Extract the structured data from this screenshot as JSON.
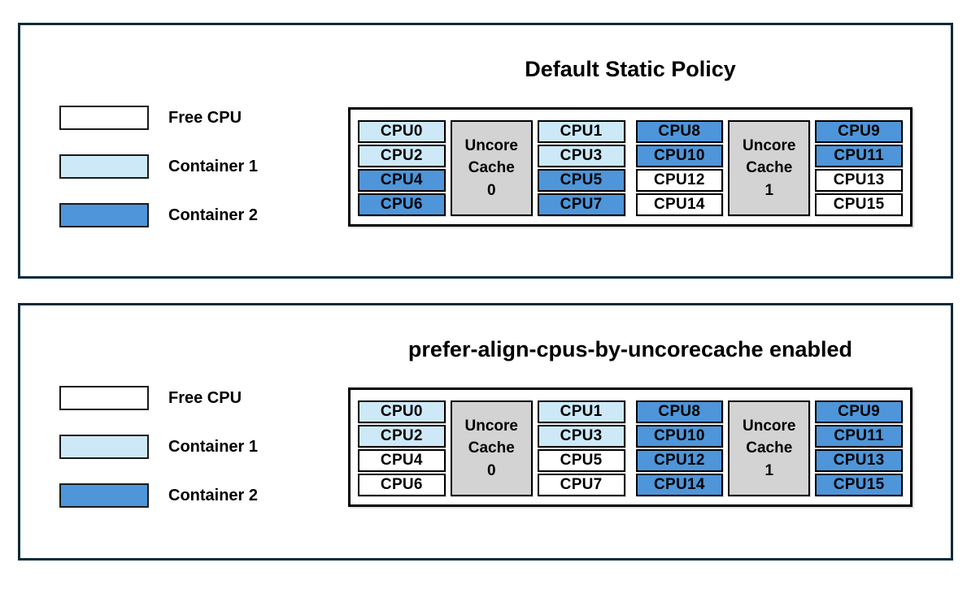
{
  "colors": {
    "free": "#ffffff",
    "container1": "#cde9f7",
    "container2": "#4e95d9",
    "cache_fill": "#d3d3d3",
    "panel_border": "#0d2a3a",
    "box_border": "#000000"
  },
  "legend": {
    "items": [
      {
        "label": "Free CPU",
        "state": "free"
      },
      {
        "label": "Container 1",
        "state": "container1"
      },
      {
        "label": "Container 2",
        "state": "container2"
      }
    ]
  },
  "panels": [
    {
      "title": "Default Static Policy",
      "groups": [
        {
          "cache_lines": [
            "Uncore",
            "Cache",
            "0"
          ],
          "left": [
            {
              "label": "CPU0",
              "state": "container1"
            },
            {
              "label": "CPU2",
              "state": "container1"
            },
            {
              "label": "CPU4",
              "state": "container2"
            },
            {
              "label": "CPU6",
              "state": "container2"
            }
          ],
          "right": [
            {
              "label": "CPU1",
              "state": "container1"
            },
            {
              "label": "CPU3",
              "state": "container1"
            },
            {
              "label": "CPU5",
              "state": "container2"
            },
            {
              "label": "CPU7",
              "state": "container2"
            }
          ]
        },
        {
          "cache_lines": [
            "Uncore",
            "Cache",
            "1"
          ],
          "left": [
            {
              "label": "CPU8",
              "state": "container2"
            },
            {
              "label": "CPU10",
              "state": "container2"
            },
            {
              "label": "CPU12",
              "state": "free"
            },
            {
              "label": "CPU14",
              "state": "free"
            }
          ],
          "right": [
            {
              "label": "CPU9",
              "state": "container2"
            },
            {
              "label": "CPU11",
              "state": "container2"
            },
            {
              "label": "CPU13",
              "state": "free"
            },
            {
              "label": "CPU15",
              "state": "free"
            }
          ]
        }
      ]
    },
    {
      "title": "prefer-align-cpus-by-uncorecache enabled",
      "groups": [
        {
          "cache_lines": [
            "Uncore",
            "Cache",
            "0"
          ],
          "left": [
            {
              "label": "CPU0",
              "state": "container1"
            },
            {
              "label": "CPU2",
              "state": "container1"
            },
            {
              "label": "CPU4",
              "state": "free"
            },
            {
              "label": "CPU6",
              "state": "free"
            }
          ],
          "right": [
            {
              "label": "CPU1",
              "state": "container1"
            },
            {
              "label": "CPU3",
              "state": "container1"
            },
            {
              "label": "CPU5",
              "state": "free"
            },
            {
              "label": "CPU7",
              "state": "free"
            }
          ]
        },
        {
          "cache_lines": [
            "Uncore",
            "Cache",
            "1"
          ],
          "left": [
            {
              "label": "CPU8",
              "state": "container2"
            },
            {
              "label": "CPU10",
              "state": "container2"
            },
            {
              "label": "CPU12",
              "state": "container2"
            },
            {
              "label": "CPU14",
              "state": "container2"
            }
          ],
          "right": [
            {
              "label": "CPU9",
              "state": "container2"
            },
            {
              "label": "CPU11",
              "state": "container2"
            },
            {
              "label": "CPU13",
              "state": "container2"
            },
            {
              "label": "CPU15",
              "state": "container2"
            }
          ]
        }
      ]
    }
  ]
}
